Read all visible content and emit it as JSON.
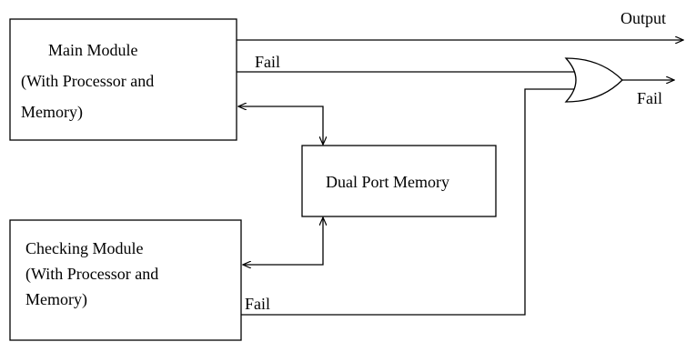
{
  "main_module": {
    "line1": "Main Module",
    "line2": "(With Processor and",
    "line3": "Memory)"
  },
  "checking_module": {
    "line1": "Checking Module",
    "line2": "(With Processor and",
    "line3": "Memory)"
  },
  "dual_port_memory": {
    "label": "Dual Port Memory"
  },
  "signals": {
    "output": "Output",
    "main_fail": "Fail",
    "checking_fail": "Fail",
    "gate_fail_out": "Fail"
  },
  "colors": {
    "stroke": "#000000",
    "background": "#ffffff"
  }
}
